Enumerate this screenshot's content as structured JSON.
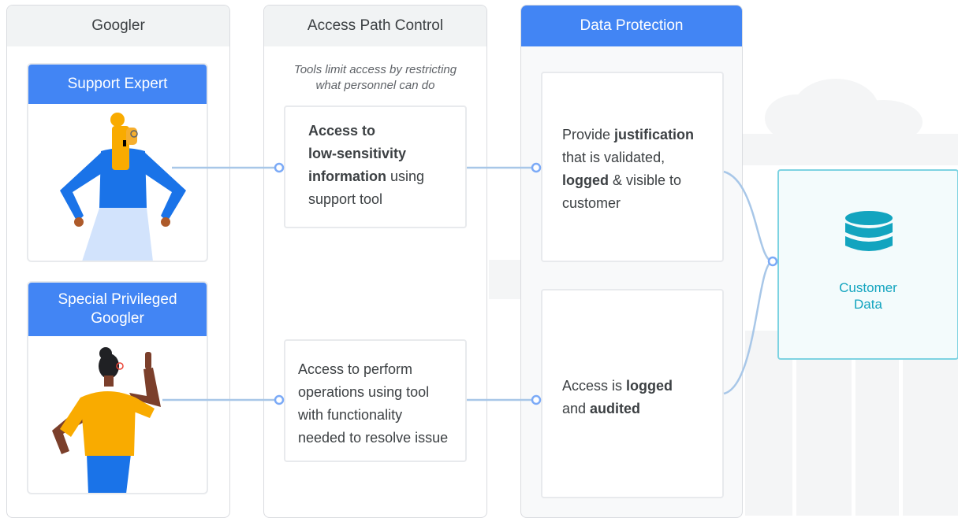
{
  "columns": {
    "googler": {
      "title": "Googler"
    },
    "access_path": {
      "title": "Access Path Control",
      "note_line1": "Tools limit access by restricting",
      "note_line2": "what personnel can do"
    },
    "data_protection": {
      "title": "Data Protection"
    }
  },
  "personas": [
    {
      "title": "Support Expert"
    },
    {
      "title_line1": "Special Privileged",
      "title_line2": "Googler"
    }
  ],
  "access_boxes": [
    {
      "line1": "Access to",
      "line2": "low-sensitivity",
      "line3_bold": "information",
      "line3_rest": " using",
      "line4": "support tool"
    },
    {
      "line1": "Access to perform",
      "line2": "operations using tool",
      "line3": "with functionality",
      "line4": "needed to resolve issue"
    }
  ],
  "protection_boxes": [
    {
      "line1_pre": "Provide ",
      "line1_bold": "justification",
      "line2": "that is validated,",
      "line3_bold": "logged",
      "line3_rest": " & visible to",
      "line4": "customer"
    },
    {
      "line1_pre": "Access is ",
      "line1_bold": "logged",
      "line2_pre": "and ",
      "line2_bold": "audited"
    }
  ],
  "customer": {
    "line1": "Customer",
    "line2": "Data",
    "icon": "database-icon"
  },
  "colors": {
    "header_blue": "#4285f4",
    "header_gray": "#f1f3f4",
    "connector": "#a8c7e8",
    "teal": "#12a4bf"
  }
}
